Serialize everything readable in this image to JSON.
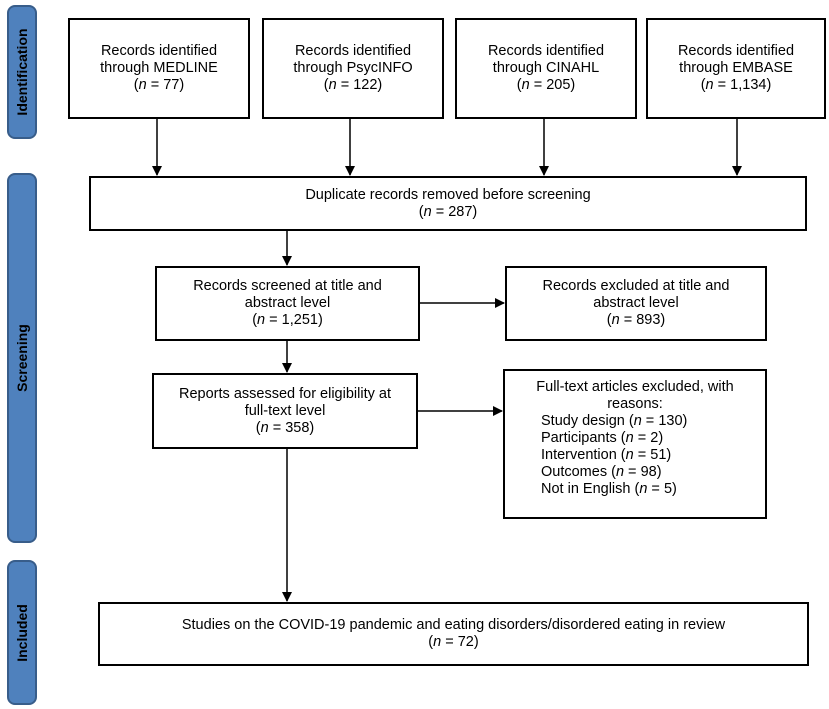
{
  "stages": {
    "identification": "Identification",
    "screening": "Screening",
    "included": "Included"
  },
  "sources": [
    {
      "line1": "Records identified",
      "line2": "through MEDLINE",
      "n": "77"
    },
    {
      "line1": "Records identified",
      "line2": "through PsycINFO",
      "n": "122"
    },
    {
      "line1": "Records identified",
      "line2": "through CINAHL",
      "n": "205"
    },
    {
      "line1": "Records identified",
      "line2": "through EMBASE",
      "n": "1,134"
    }
  ],
  "duplicates": {
    "label": "Duplicate records removed before screening",
    "n": "287"
  },
  "screened": {
    "line1": "Records screened at title and",
    "line2": "abstract level",
    "n": "1,251"
  },
  "excluded_title": {
    "line1": "Records excluded at title and",
    "line2": "abstract level",
    "n": "893"
  },
  "assessed": {
    "line1": "Reports assessed for eligibility at",
    "line2": "full-text level",
    "n": "358"
  },
  "fulltext_excluded": {
    "line1": "Full-text articles excluded, with",
    "line2": "reasons:",
    "reasons": [
      {
        "label": "Study design",
        "n": "130"
      },
      {
        "label": "Participants",
        "n": "2"
      },
      {
        "label": "Intervention",
        "n": "51"
      },
      {
        "label": "Outcomes",
        "n": "98"
      },
      {
        "label": "Not in English",
        "n": "5"
      }
    ]
  },
  "included": {
    "label": "Studies on the COVID-19 pandemic and eating disorders/disordered eating in review",
    "n": "72"
  },
  "n_symbol": "n",
  "colors": {
    "stage_fill": "#4f81bd",
    "stage_border": "#385d8a",
    "box_border": "#000000"
  }
}
